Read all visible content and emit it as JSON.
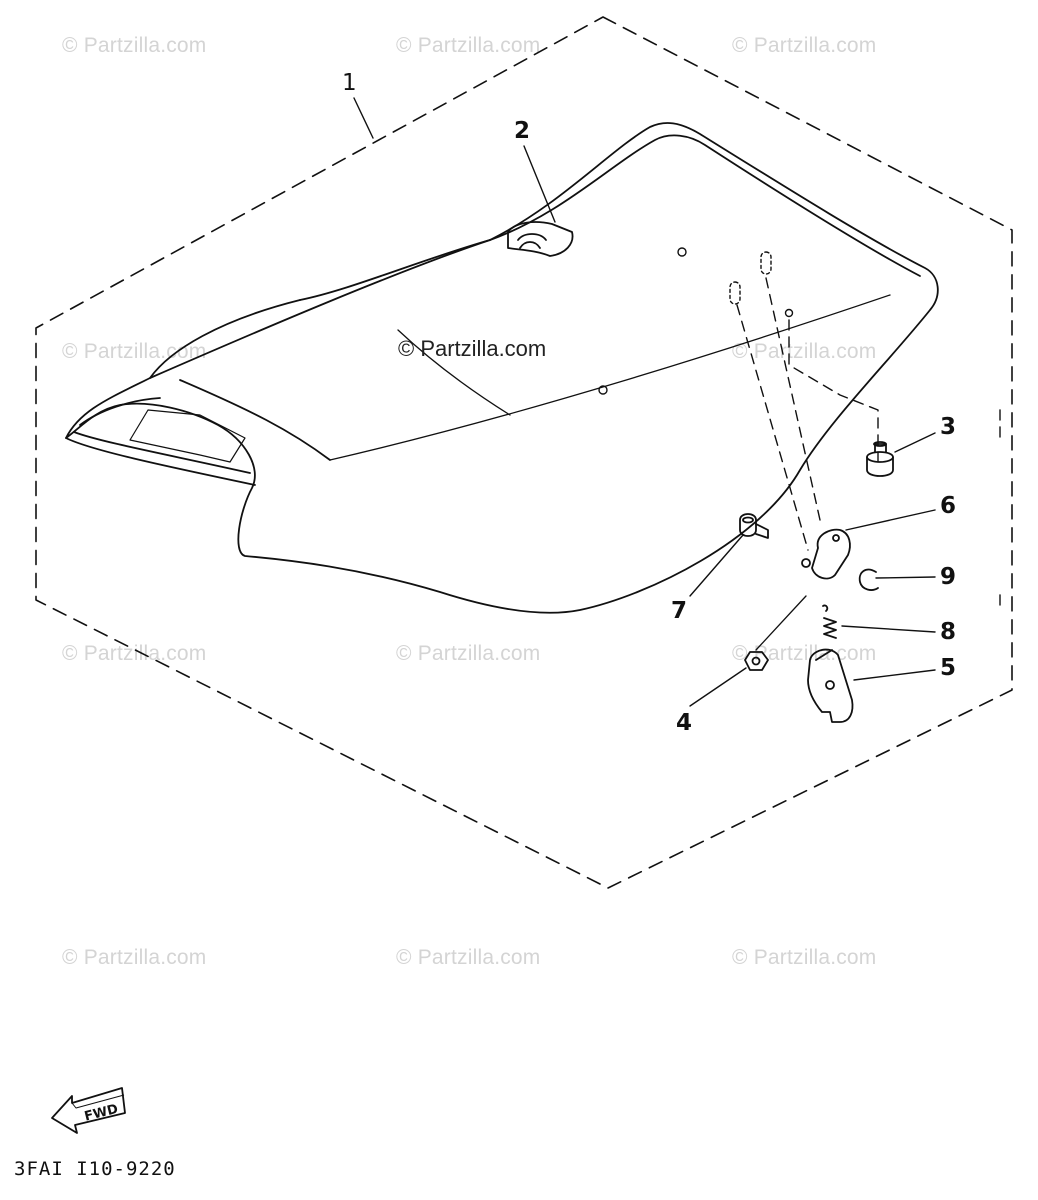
{
  "watermark": "© Partzilla.com",
  "center_watermark": "© Partzilla.com",
  "callouts": [
    "1",
    "2",
    "3",
    "4",
    "5",
    "6",
    "7",
    "8",
    "9"
  ],
  "fwd_label": "FWD",
  "diagram_code": "3FAI I10-9220",
  "colors": {
    "line": "#111111",
    "watermark": "#d4d4d4"
  }
}
